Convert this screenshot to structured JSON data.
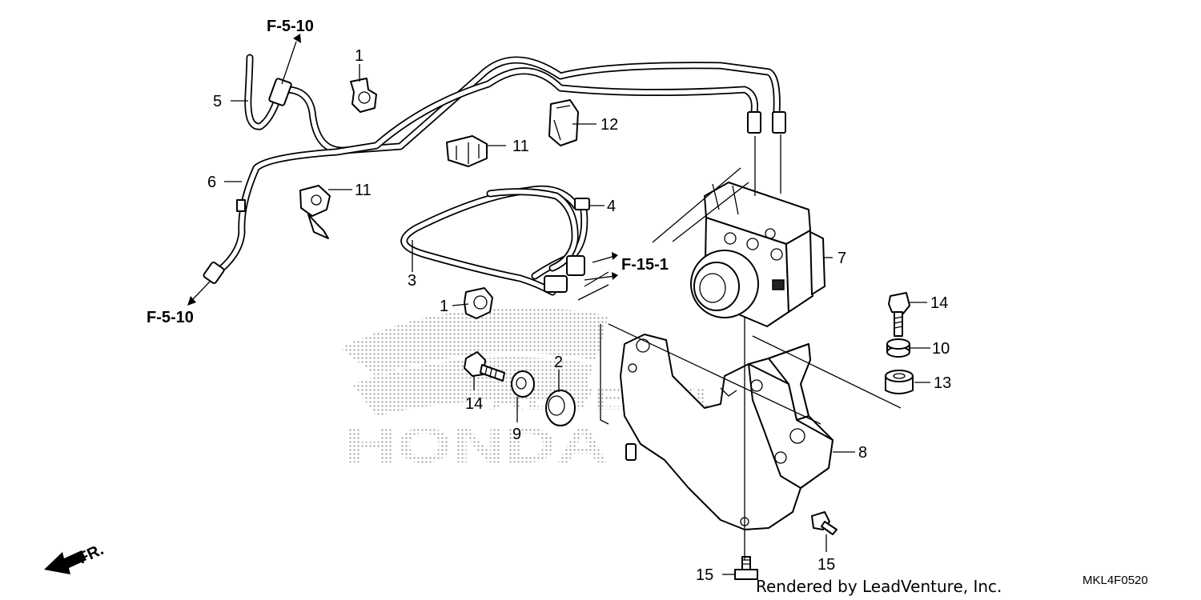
{
  "diagram": {
    "references": {
      "ref_top": "F-5-10",
      "ref_bottom": "F-5-10",
      "ref_mid": "F-15-1"
    },
    "callouts": {
      "p1_top": "1",
      "p1_mid": "1",
      "p2": "2",
      "p3": "3",
      "p4": "4",
      "p5": "5",
      "p6": "6",
      "p7": "7",
      "p8": "8",
      "p9": "9",
      "p10": "10",
      "p11_top": "11",
      "p11_mid": "11",
      "p12": "12",
      "p13": "13",
      "p14_right": "14",
      "p14_left": "14",
      "p15_right": "15",
      "p15_bottom": "15"
    },
    "direction_label": "FR.",
    "watermark": {
      "brand": "HONDA",
      "dealer": "ADVENTURE"
    },
    "footer": {
      "credit": "Rendered by LeadVenture, Inc.",
      "diagram_code": "MKL4F0520"
    }
  }
}
